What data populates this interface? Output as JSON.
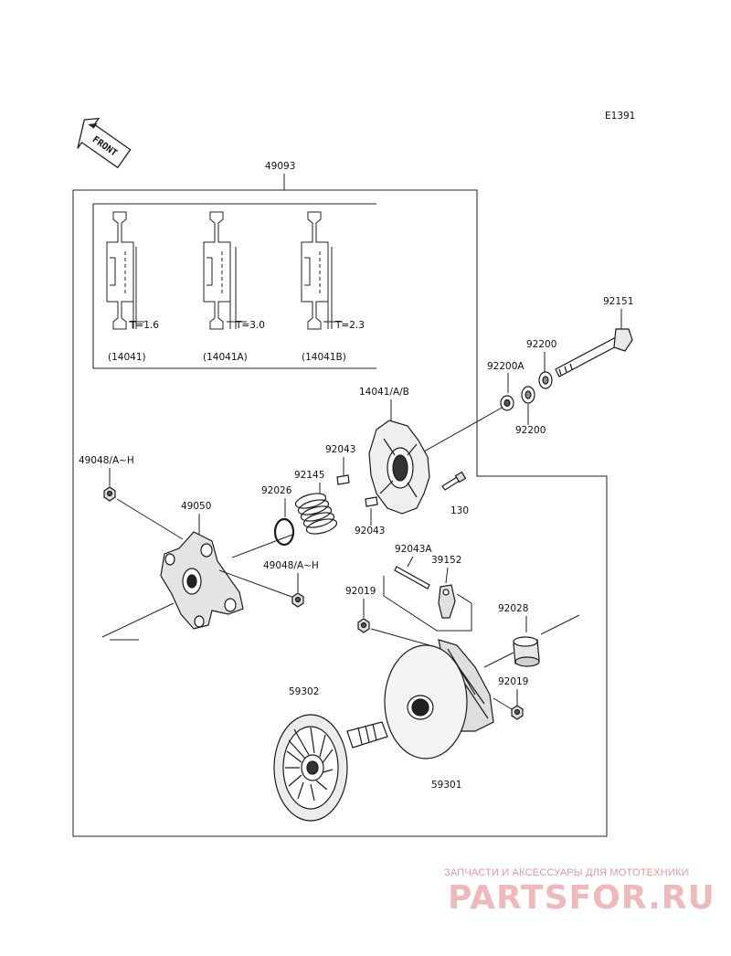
{
  "diagram_code": "E1391",
  "front_label": "FRONT",
  "inset": {
    "items": [
      {
        "thickness": "T=1.6",
        "part": "(14041)"
      },
      {
        "thickness": "T=3.0",
        "part": "(14041A)"
      },
      {
        "thickness": "T=2.3",
        "part": "(14041B)"
      }
    ]
  },
  "callouts": {
    "assembly": "49093",
    "bolt_92151": "92151",
    "washer_92200_top": "92200",
    "washer_92200A": "92200A",
    "washer_92200_bottom": "92200",
    "cover": "14041/A/B",
    "pin_92043_top": "92043",
    "spring": "92145",
    "ring": "92026",
    "pin_92043_bottom": "92043",
    "bolt_130": "130",
    "nut_49048_top": "49048/A~H",
    "spider": "49050",
    "nut_49048_bottom": "49048/A~H",
    "shaft_92043A": "92043A",
    "weight_39152": "39152",
    "nut_92019_left": "92019",
    "bushing_92028": "92028",
    "nut_92019_right": "92019",
    "fixed_sheave": "59302",
    "movable_sheave": "59301"
  },
  "watermark": {
    "tagline": "ЗАПЧАСТИ И АКСЕССУАРЫ ДЛЯ МОТОТЕХНИКИ",
    "logo": "PARTSFOR.RU"
  }
}
